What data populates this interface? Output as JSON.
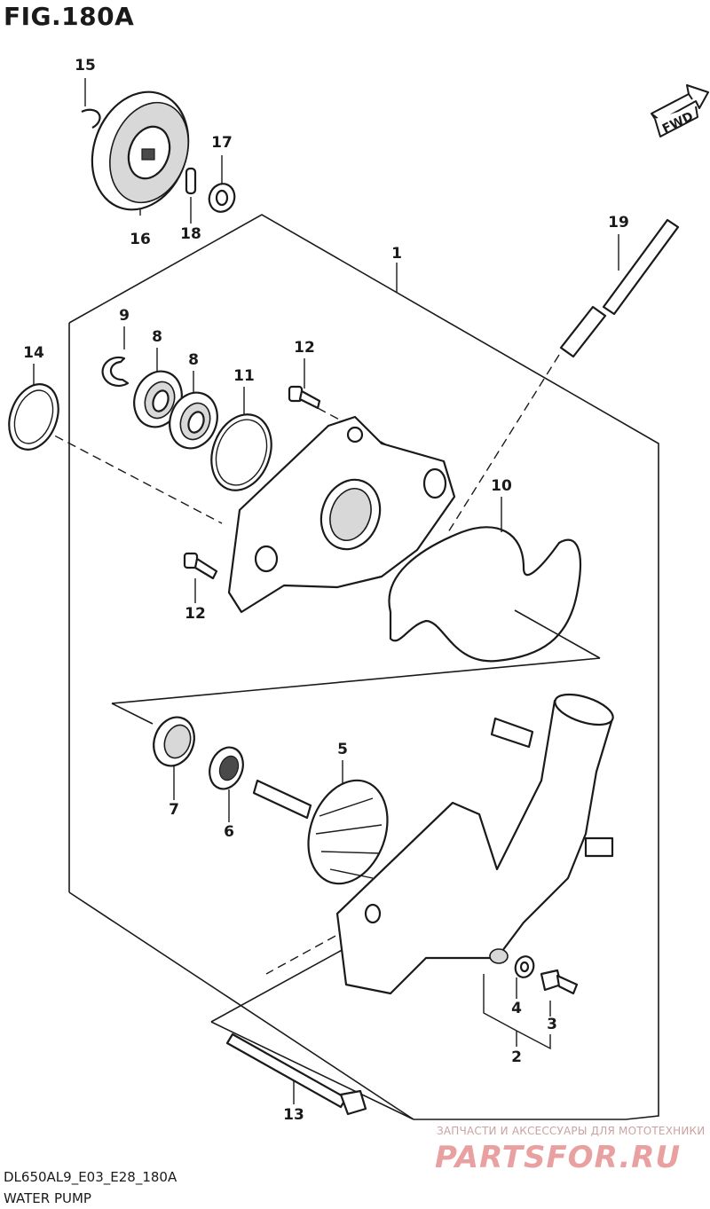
{
  "figure": {
    "title": "FIG.180A",
    "code": "DL650AL9_E03_E28_180A",
    "name": "WATER PUMP"
  },
  "direction_badge": "FWD",
  "callouts": [
    "1",
    "2",
    "3",
    "4",
    "5",
    "6",
    "7",
    "8",
    "8",
    "9",
    "10",
    "11",
    "12",
    "12",
    "13",
    "14",
    "15",
    "16",
    "17",
    "18",
    "19"
  ],
  "watermark": {
    "line1": "ЗАПЧАСТИ И АКСЕССУАРЫ ДЛЯ МОТОТЕХНИКИ",
    "logo": "PARTSFOR.RU",
    "color": "#e8a0a0"
  }
}
